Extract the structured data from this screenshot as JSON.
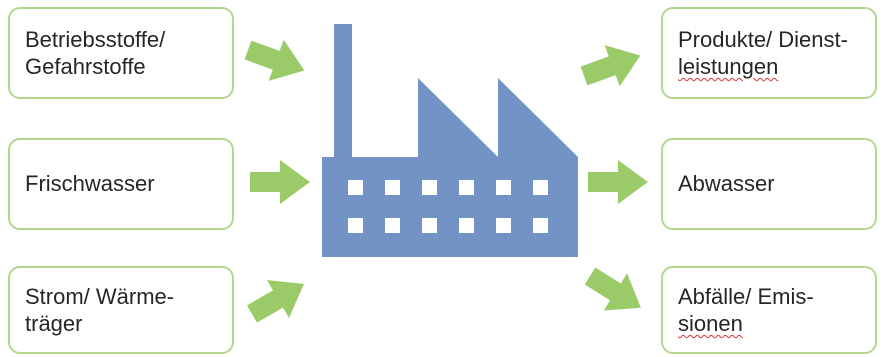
{
  "inputs": [
    {
      "line1": "Betriebsstoffe/",
      "line2": "Gefahrstoffe"
    },
    {
      "line1": "Frischwasser",
      "line2": ""
    },
    {
      "line1": "Strom/ Wärme-",
      "line2": "träger"
    }
  ],
  "outputs": [
    {
      "line1": "Produkte/ Dienst-",
      "line2": "leistungen"
    },
    {
      "line1": "Abwasser",
      "line2": ""
    },
    {
      "line1": "Abfälle/ Emis-",
      "line2": "sionen"
    }
  ],
  "colors": {
    "box_border": "#b3d78e",
    "arrow": "#9bcb69",
    "factory": "#7293c4",
    "text": "#262626",
    "spellcheck": "#e03030"
  },
  "icons": [
    "factory-icon",
    "arrow-right-icon"
  ]
}
